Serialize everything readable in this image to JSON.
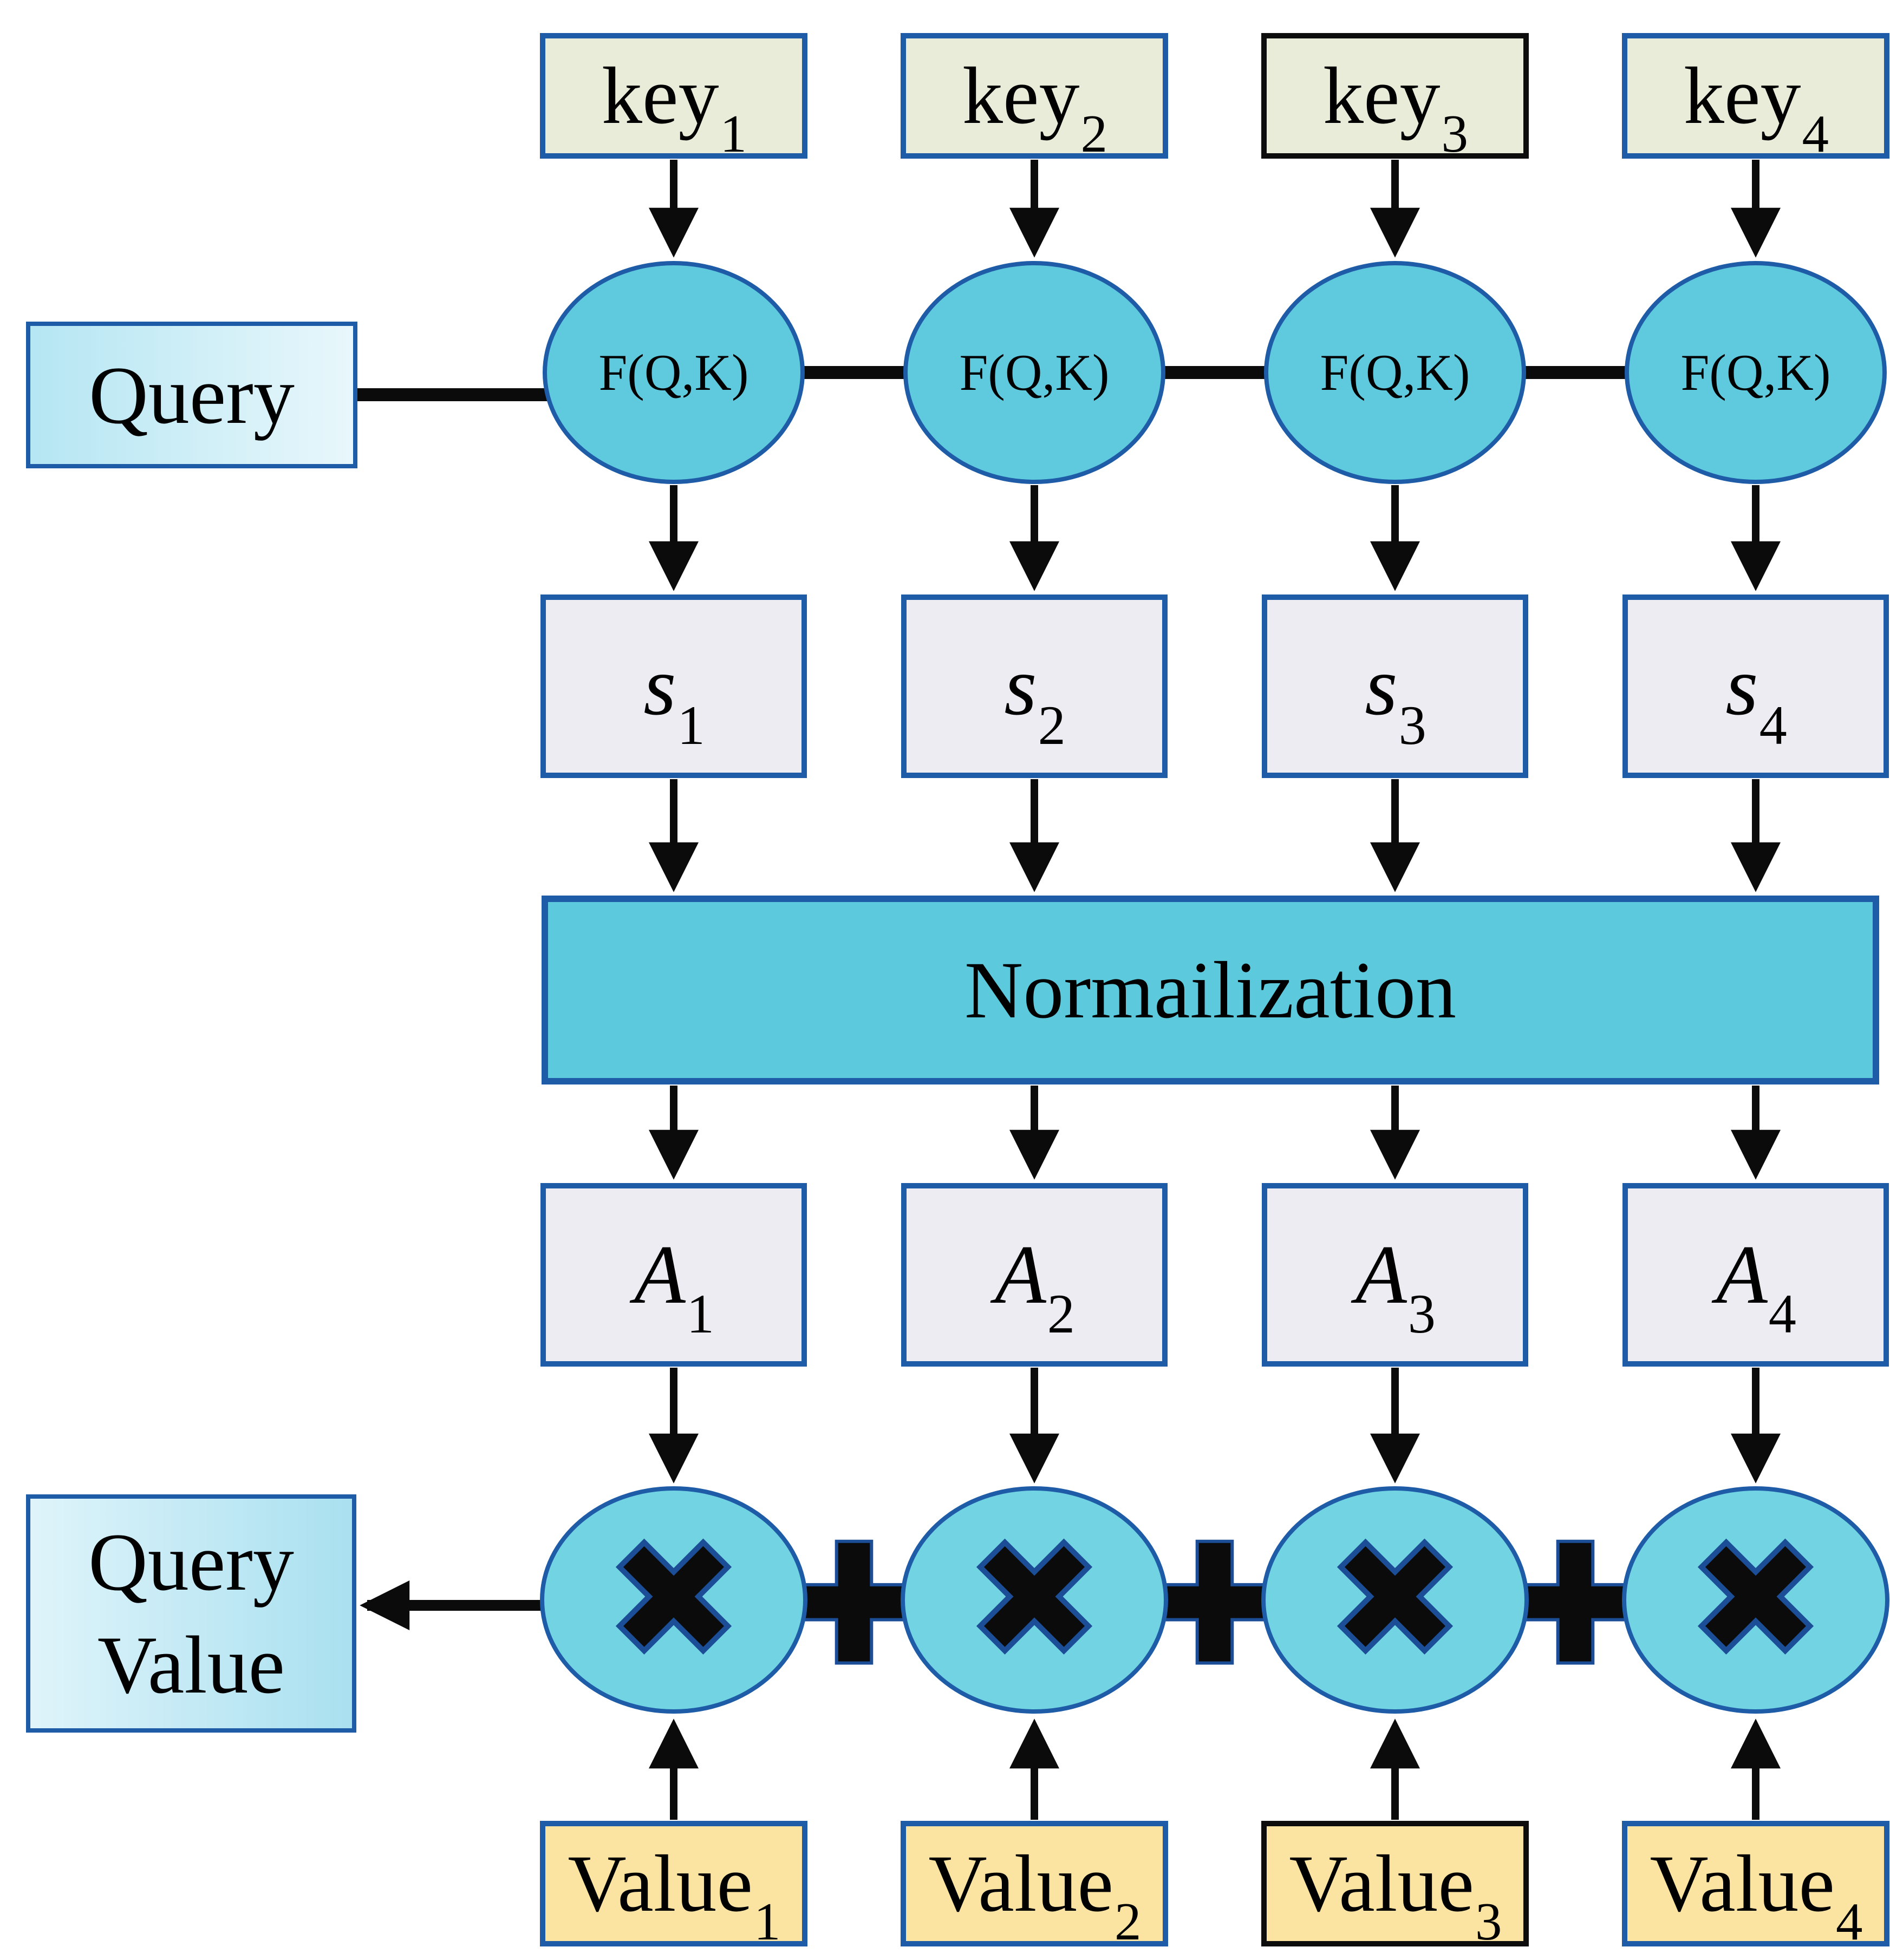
{
  "query": {
    "label": "Query"
  },
  "query_value": {
    "line1": "Query",
    "line2": "Value"
  },
  "normalization": {
    "label": "Normailization"
  },
  "operators": {
    "multiply": "✖",
    "plus": "✚"
  },
  "columns": [
    {
      "key_base": "key",
      "key_sub": "1",
      "score_fn": "F(Q,K)",
      "score_base": "s",
      "score_sub": "1",
      "attn_base": "A",
      "attn_sub": "1",
      "value_base": "Value",
      "value_sub": "1"
    },
    {
      "key_base": "key",
      "key_sub": "2",
      "score_fn": "F(Q,K)",
      "score_base": "s",
      "score_sub": "2",
      "attn_base": "A",
      "attn_sub": "2",
      "value_base": "Value",
      "value_sub": "2"
    },
    {
      "key_base": "key",
      "key_sub": "3",
      "score_fn": "F(Q,K)",
      "score_base": "s",
      "score_sub": "3",
      "attn_base": "A",
      "attn_sub": "3",
      "value_base": "Value",
      "value_sub": "3"
    },
    {
      "key_base": "key",
      "key_sub": "4",
      "score_fn": "F(Q,K)",
      "score_base": "s",
      "score_sub": "4",
      "attn_base": "A",
      "attn_sub": "4",
      "value_base": "Value",
      "value_sub": "4"
    }
  ],
  "colors": {
    "border-blue": "#1e5ca8",
    "border-black": "#0d0d0d",
    "key-fill": "#e9ecd8",
    "panel-fill": "#edecf2",
    "value-fill": "#fbe3a1",
    "node-fill": "#5fc9dd",
    "mult-fill": "#72d3e3",
    "norm-fill": "#5cc9dd",
    "query-grad-dark": "#b5e6f3",
    "query-grad-light": "#e8f7fb",
    "qv-grad-light": "#dff4fa",
    "qv-grad-dark": "#a9e0f0",
    "arrow-black": "#0b0b0b",
    "glyph-outline": "#1b4e96"
  }
}
